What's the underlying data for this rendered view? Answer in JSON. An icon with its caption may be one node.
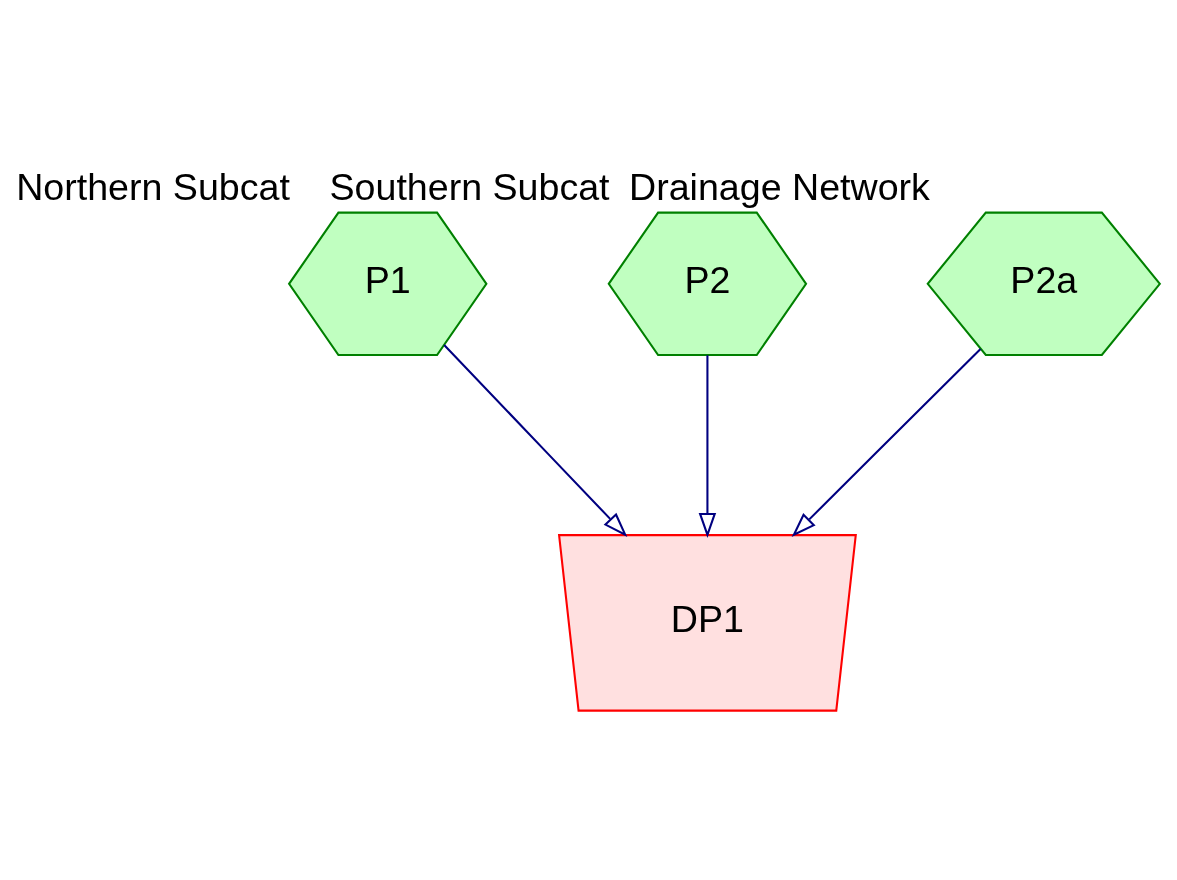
{
  "diagram": {
    "nodes": [
      {
        "text": [
          "P1"
        ],
        "beside": [
          "Northern Subcat"
        ]
      },
      {
        "text": [
          "P2"
        ],
        "beside": [
          "Southern Subcat"
        ]
      },
      {
        "text": [
          "P2a"
        ],
        "beside": [
          "Drainage Network"
        ]
      },
      {
        "text": [
          "DP1"
        ]
      }
    ],
    "edges": [
      {
        "from": 0,
        "to": 3,
        "arrow": "to"
      },
      {
        "from": 1,
        "to": 3,
        "arrow": "to"
      },
      {
        "from": 2,
        "to": 3,
        "arrow": "to"
      }
    ]
  }
}
